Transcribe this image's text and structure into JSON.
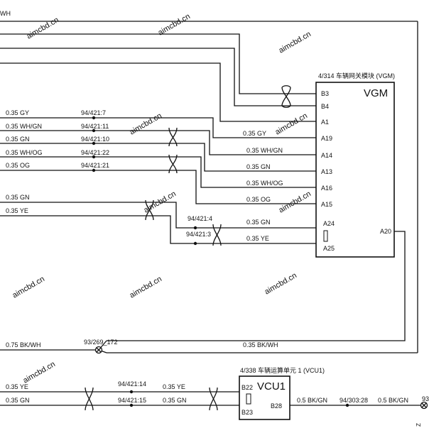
{
  "top_label": "WH",
  "vgm": {
    "title": "4/314 车辆网关模块 (VGM)",
    "name": "VGM",
    "pins": [
      "B3",
      "B4",
      "A1",
      "A19",
      "A14",
      "A13",
      "A16",
      "A15",
      "A24",
      "A25",
      "A20"
    ]
  },
  "vcu": {
    "title": "4/338 车辆运算单元 1 (VCU1)",
    "name": "VCU1",
    "pins": [
      "B22",
      "B23",
      "B28"
    ]
  },
  "wire_labels": {
    "left_gy": "0.35 GY",
    "left_whgn": "0.35 WH/GN",
    "left_gn": "0.35 GN",
    "left_whog": "0.35 WH/OG",
    "left_og": "0.35 OG",
    "left_gn2": "0.35 GN",
    "left_ye": "0.35 YE",
    "right_gy": "0.35 GY",
    "right_whgn": "0.35 WH/GN",
    "right_gn": "0.35 GN",
    "right_whog": "0.35 WH/OG",
    "right_og": "0.35 OG",
    "a24_gn": "0.35 GN",
    "a25_ye": "0.35 YE",
    "bk_left": "0.75 BK/WH",
    "bk_right": "0.35 BK/WH",
    "vcu_ye_l": "0.35 YE",
    "vcu_gn_l": "0.35 GN",
    "vcu_ye_r": "0.35 YE",
    "vcu_gn_r": "0.35 GN",
    "b28_l": "0.5 BK/GN",
    "b28_r": "0.5 BK/GN"
  },
  "connectors": {
    "c7": "94/421:7",
    "c11": "94/421:11",
    "c10": "94/421:10",
    "c22": "94/421:22",
    "c21": "94/421:21",
    "c4": "94/421:4",
    "c3": "94/421:3",
    "ground": "93/269_172",
    "c14": "94/421:14",
    "c15": "94/421:15",
    "c303": "94/303:28",
    "edge": "93"
  },
  "watermark": "aimcbd.cn"
}
